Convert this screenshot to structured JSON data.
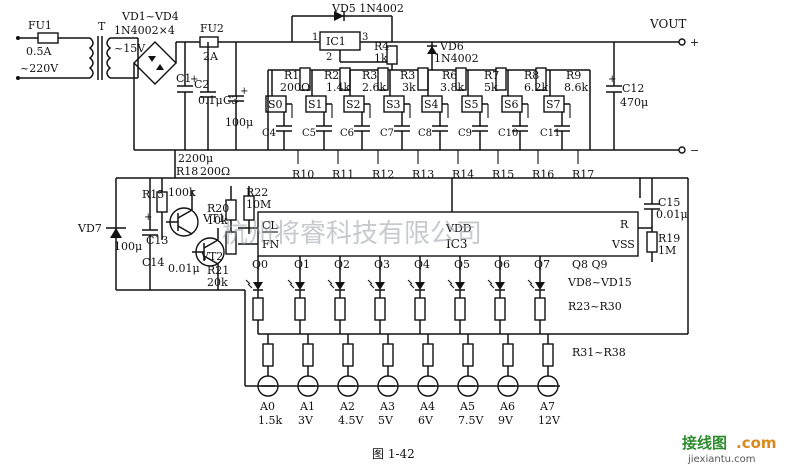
{
  "labels": {
    "fu1": "FU1",
    "fu1_rating": "0.5A",
    "mains": "~220V",
    "transformer": "T",
    "transformer_out": "~15V",
    "vd1_vd4": "VD1~VD4",
    "vd1_vd4_part": "1N4002×4",
    "fu2": "FU2",
    "fu2_rating": "2A",
    "vd5": "VD5 1N4002",
    "ic1": "IC1",
    "ic1_pin1": "1",
    "ic1_pin2": "2",
    "ic1_pin3": "3",
    "r4": "R4",
    "r4_val": "1k",
    "vd6": "VD6",
    "vd6_part": "1N4002",
    "vout": "VOUT",
    "plus": "+",
    "minus": "−",
    "c1": "C1",
    "c1_val": "2200μ",
    "c2": "C2",
    "c2_val": "0.1μ",
    "c3": "C3",
    "c3_val": "100μ",
    "c12": "C12",
    "c12_val": "470μ",
    "r1": "R1",
    "r1_val": "200Ω",
    "r2": "R2",
    "r2_val": "1.4k",
    "r3a": "R3",
    "r3a_val": "2.6k",
    "r3b": "R3",
    "r3b_val": "3k",
    "r6": "R6",
    "r6_val": "3.8k",
    "r7": "R7",
    "r7_val": "5k",
    "r8": "R8",
    "r8_val": "6.2k",
    "r9": "R9",
    "r9_val": "8.6k",
    "switches": [
      "S0",
      "S1",
      "S2",
      "S3",
      "S4",
      "S5",
      "S6",
      "S7"
    ],
    "caps_row": [
      "C4",
      "C5",
      "C6",
      "C7",
      "C8",
      "C9",
      "C10",
      "C11"
    ],
    "r_row": [
      "R10",
      "R11",
      "R12",
      "R13",
      "R14",
      "R15",
      "R16",
      "R17"
    ],
    "r18": "R18",
    "r18_val": "200Ω",
    "r15": "R15",
    "r15_val": "100k",
    "r22": "R22",
    "r22_val": "10M",
    "r20": "R20",
    "r20_val": "10k",
    "r21": "R21",
    "r21_val": "20k",
    "vd7": "VD7",
    "c13": "C13",
    "c13_val": "100μ",
    "c14": "C14",
    "c14_val": "0.01μ",
    "vt1": "VT1",
    "vt2": "VT2",
    "ic3": "IC3",
    "ic3_cl": "CL",
    "ic3_fn": "FN",
    "ic3_vdd": "VDD",
    "ic3_r": "R",
    "ic3_vss": "VSS",
    "c15": "C15",
    "c15_val": "0.01μ",
    "r19": "R19",
    "r19_val": "1M",
    "q_outputs": [
      "Q0",
      "Q1",
      "Q2",
      "Q3",
      "Q4",
      "Q5",
      "Q6",
      "Q7",
      "Q8",
      "Q9"
    ],
    "led_range": "VD8~VD15",
    "r_led_range": "R23~R30",
    "r_lamp_range": "R31~R38",
    "lamps": [
      {
        "name": "A0",
        "val": "1.5k"
      },
      {
        "name": "A1",
        "val": "3V"
      },
      {
        "name": "A2",
        "val": "4.5V"
      },
      {
        "name": "A3",
        "val": "5V"
      },
      {
        "name": "A4",
        "val": "6V"
      },
      {
        "name": "A5",
        "val": "7.5V"
      },
      {
        "name": "A6",
        "val": "9V"
      },
      {
        "name": "A7",
        "val": "12V"
      }
    ],
    "figure": "图 1-42"
  },
  "watermark": {
    "text": "杭州将睿科技有限公司",
    "site_logo": "接线图",
    "site_logo_suffix": ".com",
    "site_url": "jiexiantu.com"
  }
}
